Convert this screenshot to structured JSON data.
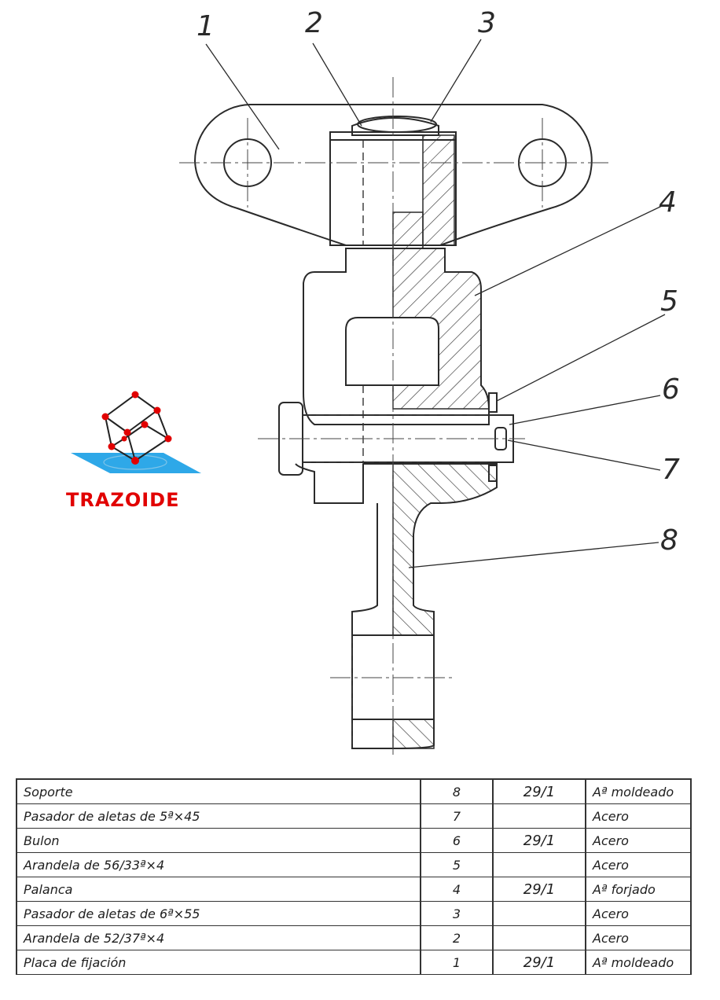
{
  "callouts": [
    "1",
    "2",
    "3",
    "4",
    "5",
    "6",
    "7",
    "8"
  ],
  "logo": {
    "text": "TRAZOIDE",
    "colors": {
      "text": "#e10000",
      "plane": "#2ea8e8",
      "nodes": "#e10000"
    }
  },
  "parts_list": [
    {
      "name": "Soporte",
      "number": "8",
      "ref": "29/1",
      "material": "Aª moldeado"
    },
    {
      "name": "Pasador de aletas de 5ª×45",
      "number": "7",
      "ref": "",
      "material": "Acero"
    },
    {
      "name": "Bulon",
      "number": "6",
      "ref": "29/1",
      "material": "Acero"
    },
    {
      "name": "Arandela de 56/33ª×4",
      "number": "5",
      "ref": "",
      "material": "Acero"
    },
    {
      "name": "Palanca",
      "number": "4",
      "ref": "29/1",
      "material": "Aª forjado"
    },
    {
      "name": "Pasador de aletas de 6ª×55",
      "number": "3",
      "ref": "",
      "material": "Acero"
    },
    {
      "name": "Arandela de 52/37ª×4",
      "number": "2",
      "ref": "",
      "material": "Acero"
    },
    {
      "name": "Placa de fijación",
      "number": "1",
      "ref": "29/1",
      "material": "Aª moldeado"
    }
  ]
}
